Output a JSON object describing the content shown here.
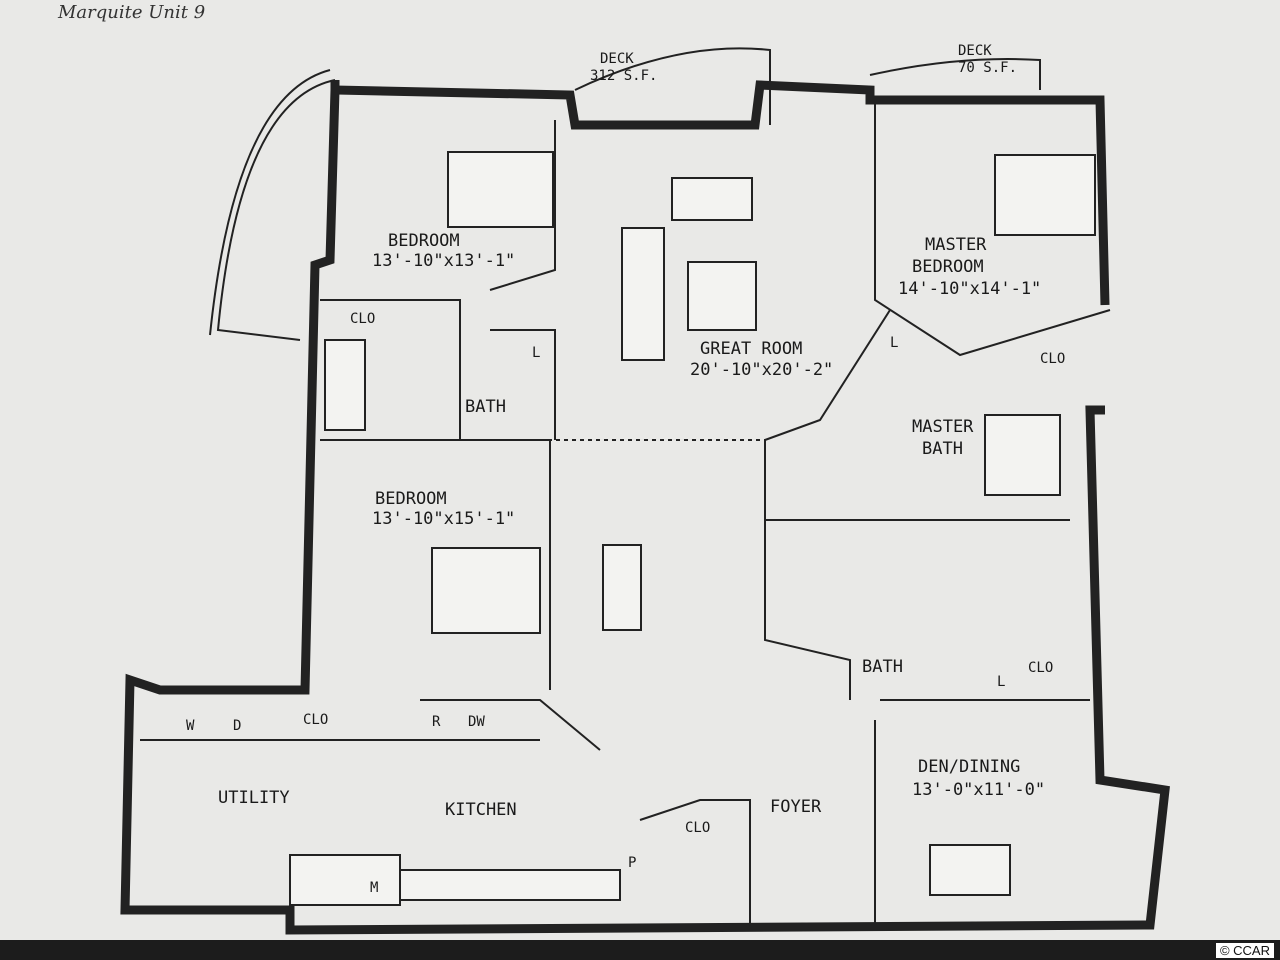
{
  "handwritten_note": "Marquite Unit 9",
  "watermark": "© CCAR",
  "rooms": {
    "deck_main": {
      "name": "DECK",
      "size": "312 S.F."
    },
    "deck_small": {
      "name": "DECK",
      "size": "70 S.F."
    },
    "bedroom1": {
      "name": "BEDROOM",
      "size": "13'-10\"x13'-1\""
    },
    "bedroom2": {
      "name": "BEDROOM",
      "size": "13'-10\"x15'-1\""
    },
    "great_room": {
      "name": "GREAT ROOM",
      "size": "20'-10\"x20'-2\""
    },
    "master_bedroom": {
      "name": "MASTER",
      "name2": "BEDROOM",
      "size": "14'-10\"x14'-1\""
    },
    "master_bath": {
      "name": "MASTER",
      "name2": "BATH"
    },
    "bath1": {
      "name": "BATH"
    },
    "bath2": {
      "name": "BATH"
    },
    "den": {
      "name": "DEN/DINING",
      "size": "13'-0\"x11'-0\""
    },
    "kitchen": {
      "name": "KITCHEN"
    },
    "utility": {
      "name": "UTILITY"
    },
    "foyer": {
      "name": "FOYER"
    }
  },
  "fixtures": {
    "clo1": "CLO",
    "clo2": "CLO",
    "clo3": "CLO",
    "clo4": "CLO",
    "clo5": "CLO",
    "washer": "W",
    "dryer": "D",
    "fridge": "R",
    "dishwasher": "DW",
    "pantry": "P",
    "linen1": "L",
    "linen2": "L",
    "linen3": "L",
    "m": "M"
  }
}
